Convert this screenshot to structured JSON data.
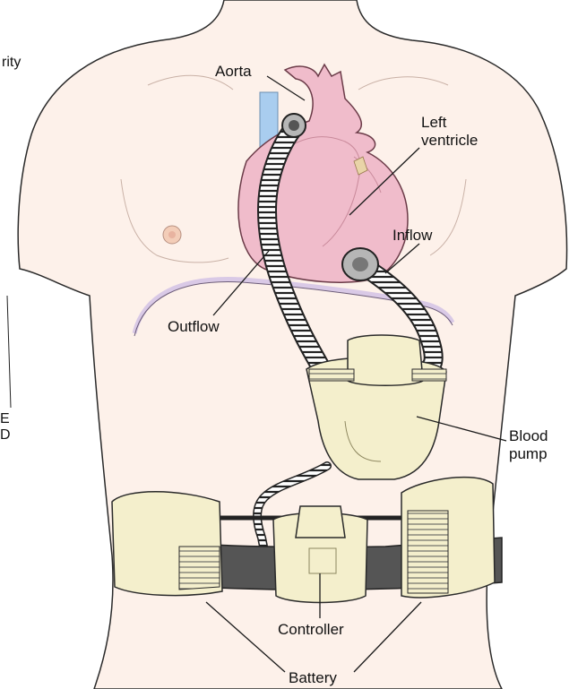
{
  "labels": {
    "aorta": "Aorta",
    "left_ventricle_line1": "Left",
    "left_ventricle_line2": "ventricle",
    "inflow": "Inflow",
    "outflow": "Outflow",
    "blood_pump_line1": "Blood",
    "blood_pump_line2": "pump",
    "controller": "Controller",
    "battery": "Battery"
  },
  "edge_fragments": {
    "left_top": "rity",
    "left_mid1": "E",
    "left_mid2": "D"
  },
  "colors": {
    "skin": "#fdf1ea",
    "heart": "#f0bccb",
    "device": "#f4efcc",
    "belt": "#555555",
    "vessel": "#a9cdef",
    "nerve": "#d9c9e6"
  }
}
